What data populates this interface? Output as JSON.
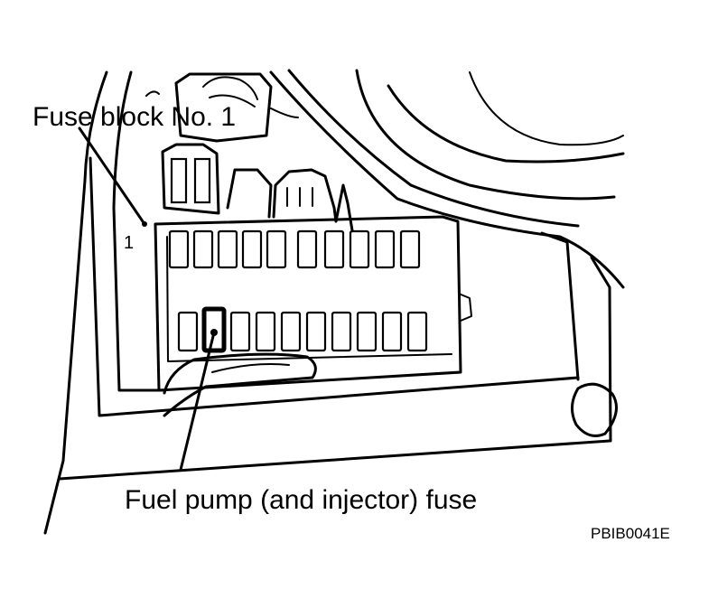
{
  "diagram": {
    "labels": {
      "fuse_block": "Fuse block No. 1",
      "fuel_pump": "Fuel pump (and injector) fuse",
      "figure_code": "PBIB0041E",
      "block_number": "1"
    },
    "fuse_rows": {
      "top_row_count": 10,
      "bottom_row_count": 10,
      "highlighted_fuse": "bottom row, position 2"
    },
    "colors": {
      "line": "#000000",
      "background": "#ffffff"
    }
  }
}
